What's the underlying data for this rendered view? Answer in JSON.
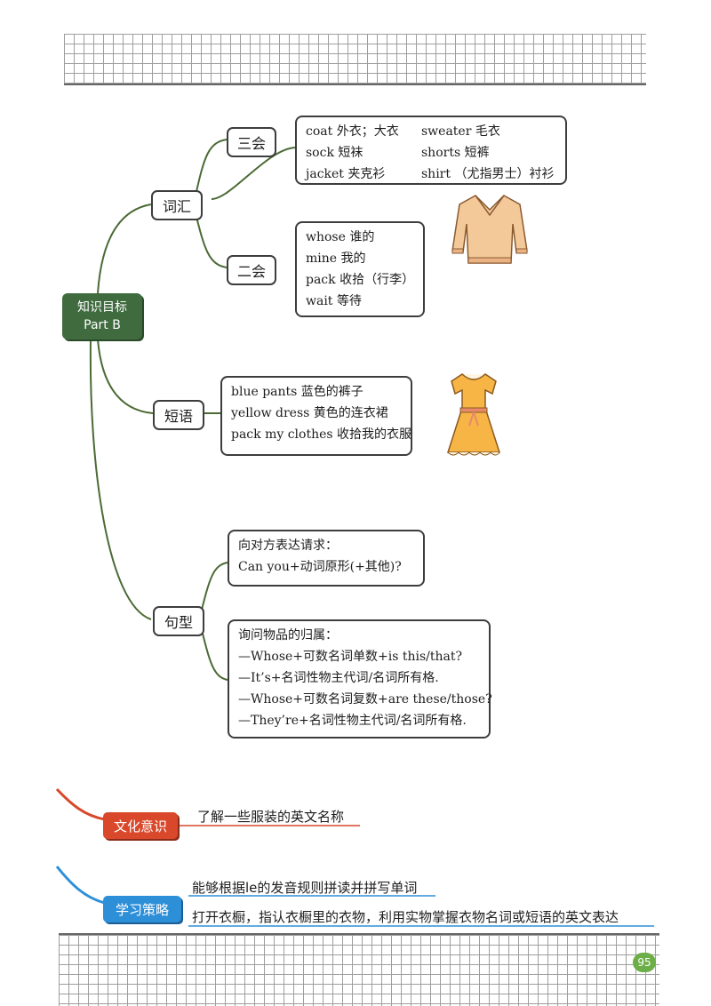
{
  "root": {
    "line1": "知识目标",
    "line2": "Part B"
  },
  "vocab": {
    "label": "词汇",
    "san_hui": {
      "label": "三会",
      "rows": [
        [
          "coat 外衣；大衣",
          "sweater 毛衣"
        ],
        [
          "sock 短袜",
          "shorts 短裤"
        ],
        [
          "jacket 夹克衫",
          "shirt （尤指男士）衬衫"
        ]
      ]
    },
    "er_hui": {
      "label": "二会",
      "rows": [
        "whose 谁的",
        "mine 我的",
        "pack 收拾（行李）",
        "wait 等待"
      ]
    }
  },
  "phrases": {
    "label": "短语",
    "rows": [
      "blue pants 蓝色的裤子",
      "yellow dress 黄色的连衣裙",
      "pack my clothes 收拾我的衣服"
    ]
  },
  "sentences": {
    "label": "句型",
    "request": {
      "title": "向对方表达请求：",
      "line": "Can you+动词原形(+其他)?"
    },
    "ownership": {
      "title": "询问物品的归属：",
      "lines": [
        "—Whose+可数名词单数+is this/that?",
        "—It’s+名词性物主代词/名词所有格.",
        "—Whose+可数名词复数+are these/those?",
        "—They’re+名词性物主代词/名词所有格."
      ]
    }
  },
  "culture": {
    "label": "文化意识",
    "text": "了解一些服装的英文名称"
  },
  "strategy": {
    "label": "学习策略",
    "line1": "能够根据le的发音规则拼读并拼写单词",
    "line2": "打开衣橱，指认衣橱里的衣物，利用实物掌握衣物名词或短语的英文表达"
  },
  "page_number": "95",
  "colors": {
    "root_green": "#3f6b3f",
    "culture_red": "#d9482b",
    "strategy_blue": "#2d8fd8",
    "branch": "#4b6a35"
  },
  "icons": [
    "sweater-illustration",
    "dress-illustration"
  ]
}
